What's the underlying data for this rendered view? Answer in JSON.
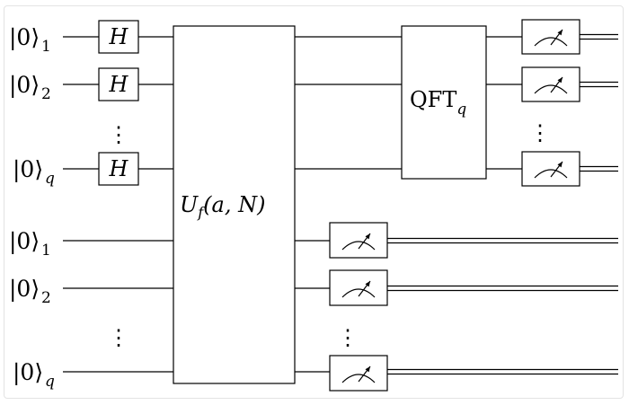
{
  "qubits": [
    {
      "ket": "|0⟩",
      "index": "1",
      "italic_index": false
    },
    {
      "ket": "|0⟩",
      "index": "2",
      "italic_index": false
    },
    {
      "ket": "|0⟩",
      "index": "q",
      "italic_index": true
    },
    {
      "ket": "|0⟩",
      "index": "1",
      "italic_index": false
    },
    {
      "ket": "|0⟩",
      "index": "2",
      "italic_index": false
    },
    {
      "ket": "|0⟩",
      "index": "q",
      "italic_index": true
    }
  ],
  "hadamard_label": "H",
  "oracle": {
    "label_main": "U",
    "label_sub": "f",
    "label_args": "(a, N)"
  },
  "qft": {
    "label_main": "QFT",
    "label_sub": "q"
  },
  "ellipsis": "⋮"
}
